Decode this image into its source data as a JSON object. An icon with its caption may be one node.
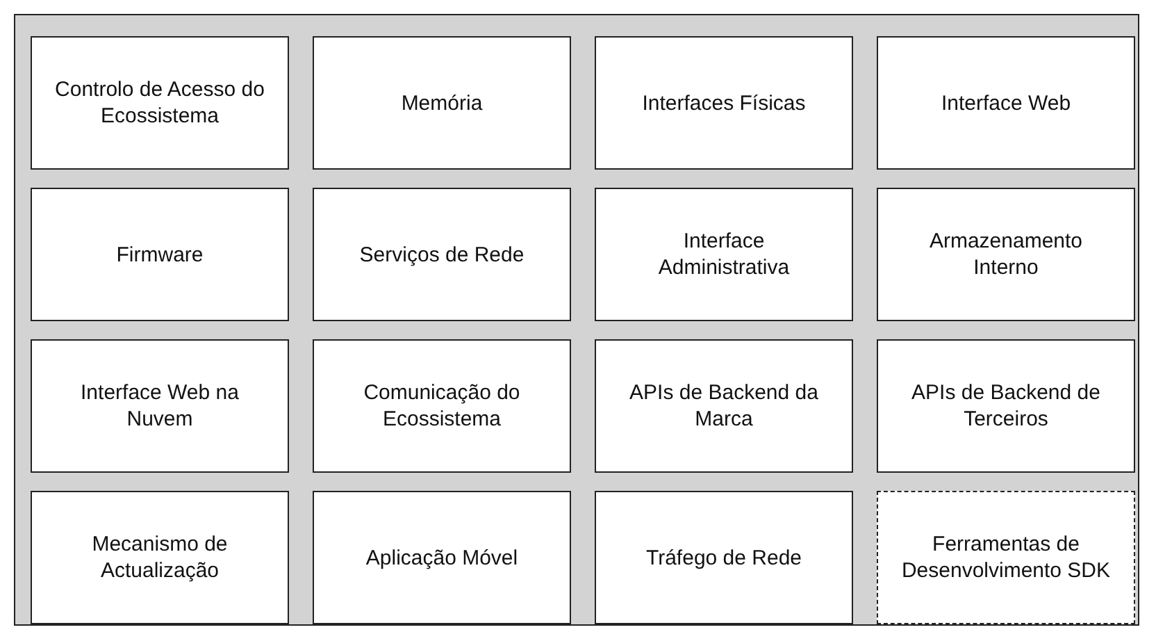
{
  "diagram": {
    "nodes": [
      {
        "text": [],
        "shape": "box"
      },
      {
        "text": [
          "Controlo de Acesso do Ecossistema"
        ],
        "in": 0
      },
      {
        "text": [
          "Memória"
        ],
        "in": 0
      },
      {
        "text": [
          "Interfaces Físicas"
        ],
        "in": 0
      },
      {
        "text": [
          "Interface Web"
        ],
        "in": 0
      },
      {
        "text": [
          "Firmware"
        ],
        "in": 0
      },
      {
        "text": [
          "Serviços de Rede"
        ],
        "in": 0
      },
      {
        "text": [
          "Interface Administrativa"
        ],
        "in": 0
      },
      {
        "text": [
          "Armazenamento Interno"
        ],
        "in": 0
      },
      {
        "text": [
          "Interface Web na Nuvem"
        ],
        "in": 0
      },
      {
        "text": [
          "Comunicação do Ecossistema"
        ],
        "in": 0
      },
      {
        "text": [
          "APIs de Backend da Marca"
        ],
        "in": 0
      },
      {
        "text": [
          "APIs de Backend de Terceiros"
        ],
        "in": 0
      },
      {
        "text": [
          "Mecanismo de Actualização"
        ],
        "in": 0
      },
      {
        "text": [
          "Aplicação Móvel"
        ],
        "in": 0
      },
      {
        "text": [
          "Tráfego de Rede"
        ],
        "in": 0
      },
      {
        "text": [
          "Ferramentas de Desenvolvimento SDK"
        ],
        "in": 0
      }
    ]
  }
}
